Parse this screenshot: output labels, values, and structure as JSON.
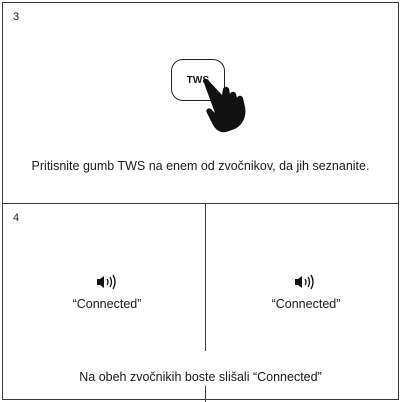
{
  "panel3": {
    "step": "3",
    "button_label": "TWS",
    "caption": "Pritisnite gumb TWS na enem od zvočnikov, da jih seznanite."
  },
  "panel4": {
    "step": "4",
    "left_status": "“Connected”",
    "right_status": "“Connected”",
    "caption": "Na obeh zvočnikih boste slišali “Connected”"
  },
  "icons": {
    "press": "hand-pointer-icon",
    "sound": "speaker-sound-icon"
  }
}
